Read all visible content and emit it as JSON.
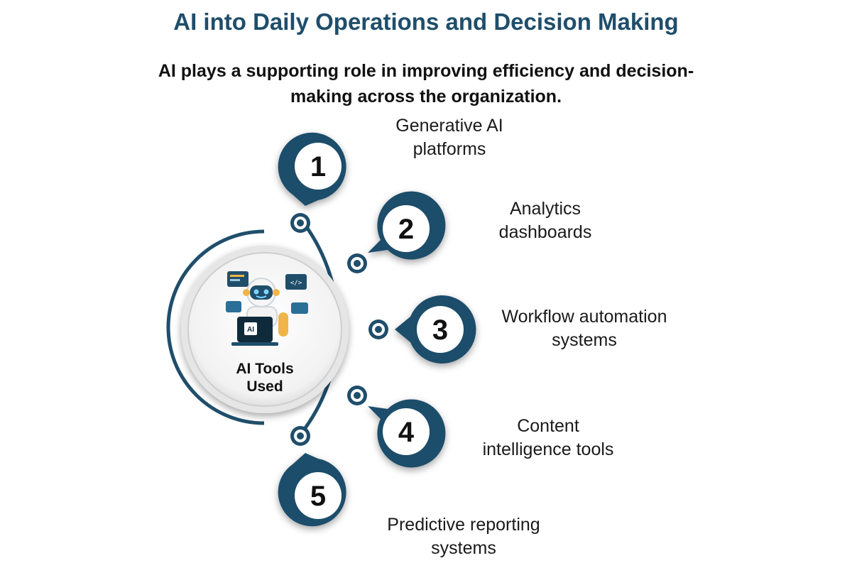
{
  "title": "AI into Daily Operations and Decision Making",
  "subtitle": "AI plays a supporting role in improving efficiency and decision-making across the organization.",
  "center": {
    "line1": "AI Tools",
    "line2": "Used",
    "chip_label": "AI"
  },
  "steps": [
    {
      "number": "1",
      "label_line1": "Generative AI",
      "label_line2": "platforms"
    },
    {
      "number": "2",
      "label_line1": "Analytics",
      "label_line2": "dashboards"
    },
    {
      "number": "3",
      "label_line1": "Workflow automation",
      "label_line2": "systems"
    },
    {
      "number": "4",
      "label_line1": "Content",
      "label_line2": "intelligence tools"
    },
    {
      "number": "5",
      "label_line1": "Predictive reporting",
      "label_line2": "systems"
    }
  ],
  "colors": {
    "primary": "#1f4e6b",
    "text": "#111111",
    "center_ring": "#d9d9d9",
    "robot_accent": "#f0b548"
  }
}
